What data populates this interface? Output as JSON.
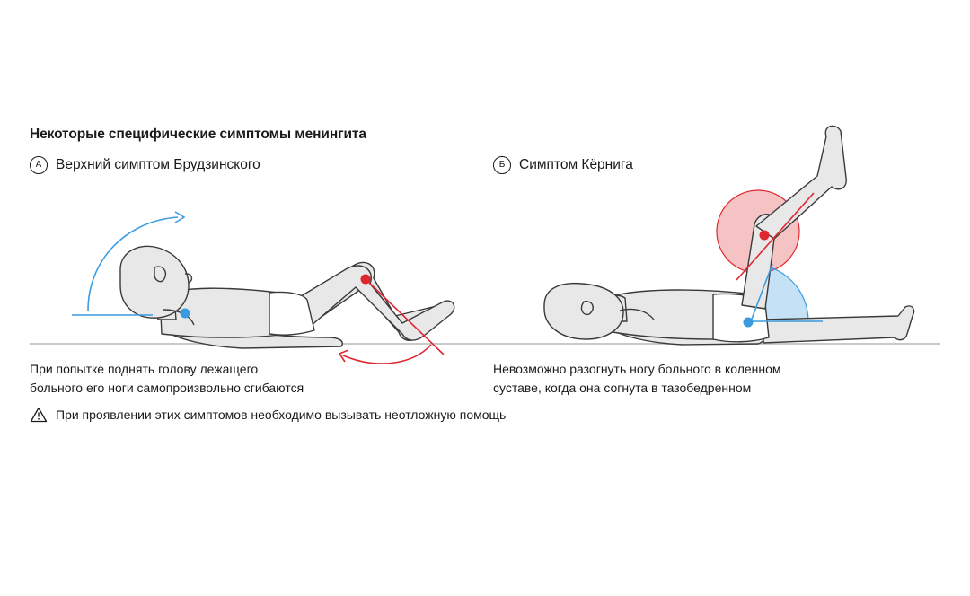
{
  "title": "Некоторые специфические симптомы менингита",
  "panel_a": {
    "letter": "А",
    "heading": "Верхний симптом Брудзинского",
    "description_line1": "При попытке поднять голову лежащего",
    "description_line2": "больного его ноги самопроизвольно сгибаются"
  },
  "panel_b": {
    "letter": "Б",
    "heading": "Симптом Кёрнига",
    "description_line1": "Невозможно разогнуть ногу больного в коленном",
    "description_line2": "суставе, когда она согнута в тазобедренном"
  },
  "warning": {
    "icon": "warning-triangle-icon",
    "text": "При проявлении этих симптомов необходимо вызывать неотложную помощь"
  },
  "colors": {
    "body_fill": "#e8e8e8",
    "outline": "#3a3a3a",
    "red": "#e0262f",
    "blue": "#3a9be0"
  }
}
